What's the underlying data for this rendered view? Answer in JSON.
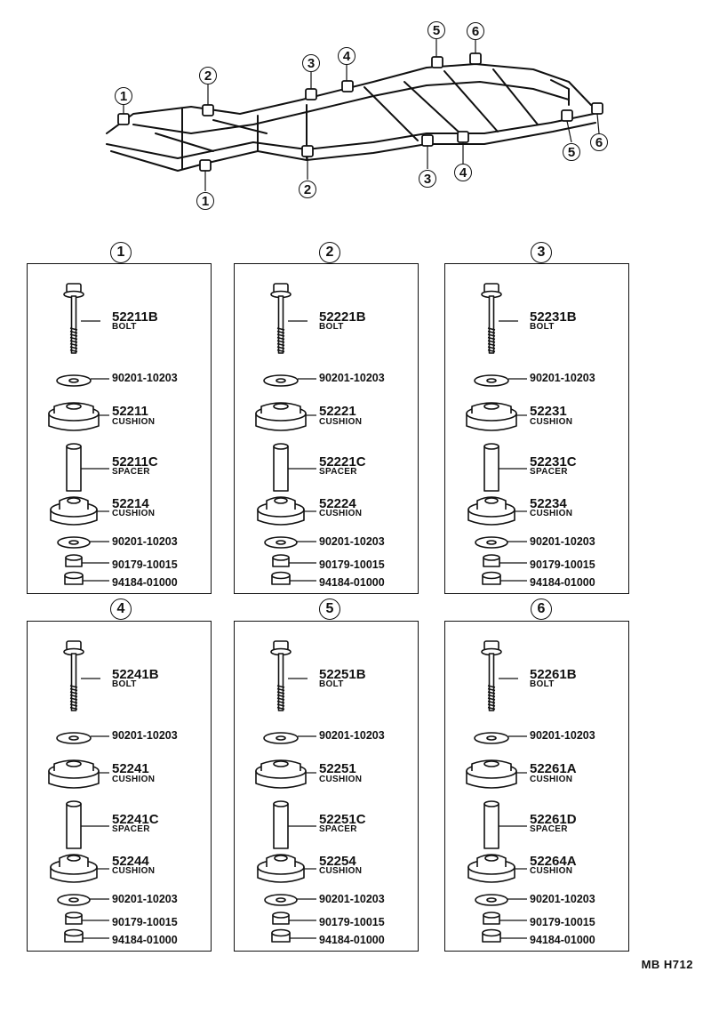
{
  "frame": {
    "callouts": [
      "1",
      "2",
      "3",
      "4",
      "5",
      "6"
    ]
  },
  "panels": [
    {
      "id": "1",
      "parts": {
        "bolt_number": "52211B",
        "bolt_name": "BOLT",
        "washer_top": "90201-10203",
        "cushion_upper_number": "52211",
        "cushion_upper_name": "CUSHION",
        "spacer_number": "52211C",
        "spacer_name": "SPACER",
        "cushion_lower_number": "52214",
        "cushion_lower_name": "CUSHION",
        "washer_bottom": "90201-10203",
        "nut": "90179-10015",
        "nut_lock": "94184-01000"
      }
    },
    {
      "id": "2",
      "parts": {
        "bolt_number": "52221B",
        "bolt_name": "BOLT",
        "washer_top": "90201-10203",
        "cushion_upper_number": "52221",
        "cushion_upper_name": "CUSHION",
        "spacer_number": "52221C",
        "spacer_name": "SPACER",
        "cushion_lower_number": "52224",
        "cushion_lower_name": "CUSHION",
        "washer_bottom": "90201-10203",
        "nut": "90179-10015",
        "nut_lock": "94184-01000"
      }
    },
    {
      "id": "3",
      "parts": {
        "bolt_number": "52231B",
        "bolt_name": "BOLT",
        "washer_top": "90201-10203",
        "cushion_upper_number": "52231",
        "cushion_upper_name": "CUSHION",
        "spacer_number": "52231C",
        "spacer_name": "SPACER",
        "cushion_lower_number": "52234",
        "cushion_lower_name": "CUSHION",
        "washer_bottom": "90201-10203",
        "nut": "90179-10015",
        "nut_lock": "94184-01000"
      }
    },
    {
      "id": "4",
      "parts": {
        "bolt_number": "52241B",
        "bolt_name": "BOLT",
        "washer_top": "90201-10203",
        "cushion_upper_number": "52241",
        "cushion_upper_name": "CUSHION",
        "spacer_number": "52241C",
        "spacer_name": "SPACER",
        "cushion_lower_number": "52244",
        "cushion_lower_name": "CUSHION",
        "washer_bottom": "90201-10203",
        "nut": "90179-10015",
        "nut_lock": "94184-01000"
      }
    },
    {
      "id": "5",
      "parts": {
        "bolt_number": "52251B",
        "bolt_name": "BOLT",
        "washer_top": "90201-10203",
        "cushion_upper_number": "52251",
        "cushion_upper_name": "CUSHION",
        "spacer_number": "52251C",
        "spacer_name": "SPACER",
        "cushion_lower_number": "52254",
        "cushion_lower_name": "CUSHION",
        "washer_bottom": "90201-10203",
        "nut": "90179-10015",
        "nut_lock": "94184-01000"
      }
    },
    {
      "id": "6",
      "parts": {
        "bolt_number": "52261B",
        "bolt_name": "BOLT",
        "washer_top": "90201-10203",
        "cushion_upper_number": "52261A",
        "cushion_upper_name": "CUSHION",
        "spacer_number": "52261D",
        "spacer_name": "SPACER",
        "cushion_lower_number": "52264A",
        "cushion_lower_name": "CUSHION",
        "washer_bottom": "90201-10203",
        "nut": "90179-10015",
        "nut_lock": "94184-01000"
      }
    }
  ],
  "footer": {
    "code": "MB  H712"
  }
}
